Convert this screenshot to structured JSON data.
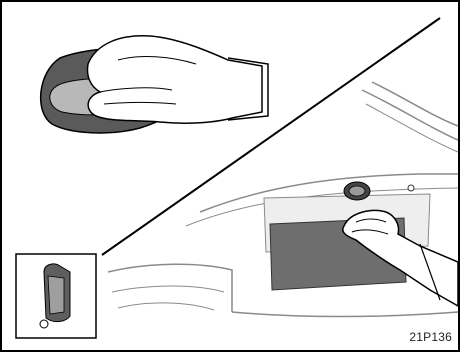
{
  "figure": {
    "code": "21P136",
    "panels": [
      "inset-door-handle-grip",
      "inset-key-fob",
      "rear-trunk-license-plate-handle"
    ]
  }
}
